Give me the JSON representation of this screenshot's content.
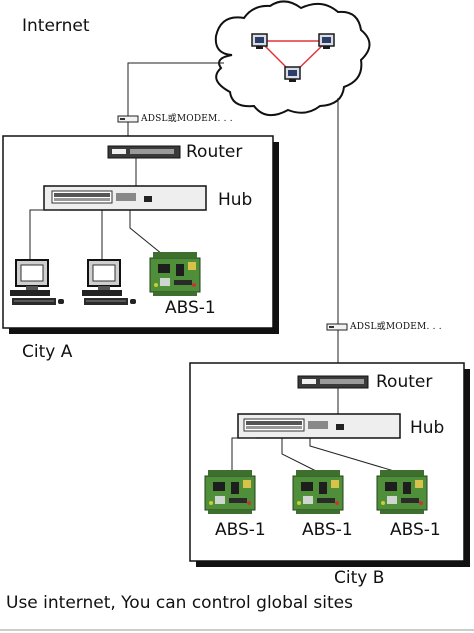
{
  "diagram": {
    "internet_label": "Internet",
    "city_a": {
      "label": "City A",
      "link_label": "ADSL或MODEM. . .",
      "router_label": "Router",
      "hub_label": "Hub",
      "device_label": "ABS-1"
    },
    "city_b": {
      "label": "City B",
      "link_label": "ADSL或MODEM. . .",
      "router_label": "Router",
      "hub_label": "Hub",
      "device_labels": [
        "ABS-1",
        "ABS-1",
        "ABS-1"
      ]
    },
    "caption": "Use internet, You can control global sites",
    "colors": {
      "cloud_link": "#e2343b",
      "board_green": "#4f8f3a",
      "hub_fill": "#eeeeee",
      "router_fill": "#3a3a3a",
      "shadow": "#111111"
    }
  }
}
